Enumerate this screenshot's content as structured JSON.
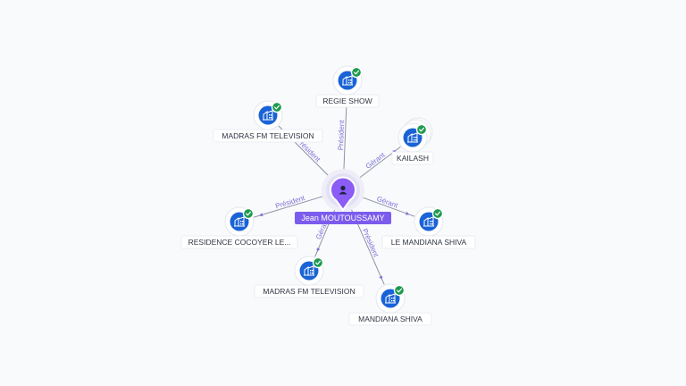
{
  "center": {
    "name": "Jean MOUTOUSSAMY",
    "icon": "person-icon",
    "color": "#8b5cf6"
  },
  "companies": [
    {
      "id": "regie-show",
      "name": "REGIE SHOW",
      "icon": "building-icon",
      "verified": true
    },
    {
      "id": "madras-fm-1",
      "name": "MADRAS FM TELEVISION",
      "icon": "building-icon",
      "verified": true
    },
    {
      "id": "kailash",
      "name": "KAILASH",
      "icon": "building-icon",
      "verified": true
    },
    {
      "id": "residence",
      "name": "RESIDENCE COCOYER LE...",
      "icon": "building-icon",
      "verified": true
    },
    {
      "id": "le-mandiana",
      "name": "LE MANDIANA SHIVA",
      "icon": "building-icon",
      "verified": true
    },
    {
      "id": "madras-fm-2",
      "name": "MADRAS FM TELEVISION",
      "icon": "building-icon",
      "verified": true
    },
    {
      "id": "mandiana",
      "name": "MANDIANA SHIVA",
      "icon": "building-icon",
      "verified": true
    }
  ],
  "edges": [
    {
      "to": "regie-show",
      "label": "Président"
    },
    {
      "to": "madras-fm-1",
      "label": "Président"
    },
    {
      "to": "kailash",
      "label": "Gérant"
    },
    {
      "to": "residence",
      "label": "Président"
    },
    {
      "to": "le-mandiana",
      "label": "Gérant"
    },
    {
      "to": "madras-fm-2",
      "label": "Gérant"
    },
    {
      "to": "mandiana",
      "label": "Président"
    }
  ],
  "colors": {
    "node": "#1a63d6",
    "verified": "#1f9a4f",
    "edge_label": "#7c6fd9",
    "edge": "#8d93a5"
  }
}
